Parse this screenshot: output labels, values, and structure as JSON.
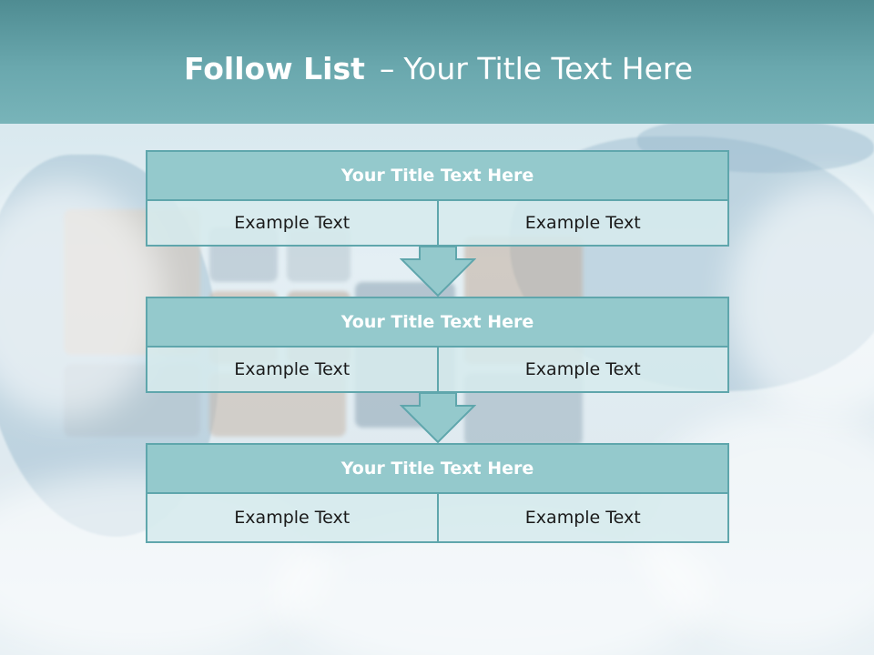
{
  "header": {
    "title_strong": "Follow List",
    "title_dash": "–",
    "title_rest": "Your Title Text Here"
  },
  "blocks": [
    {
      "title": "Your Title Text Here",
      "left": "Example Text",
      "right": "Example Text"
    },
    {
      "title": "Your Title Text Here",
      "left": "Example Text",
      "right": "Example Text"
    },
    {
      "title": "Your Title Text Here",
      "left": "Example Text",
      "right": "Example Text"
    }
  ],
  "colors": {
    "header": "#6aa8ae",
    "title_fill": "#94c9cc",
    "border": "#5fa6ac",
    "cell_fill": "#d6eaed",
    "arrow_fill": "#94c9cc"
  },
  "icons": [
    "down-arrow-icon"
  ]
}
